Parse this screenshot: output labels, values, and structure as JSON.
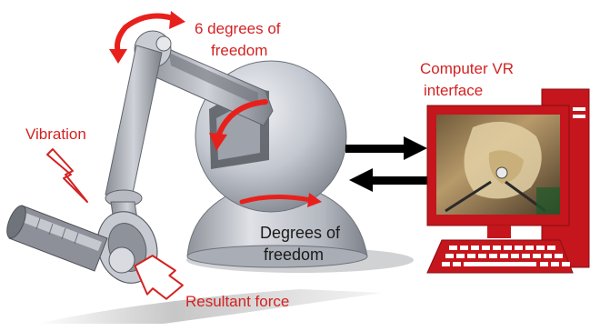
{
  "labels": {
    "dof_top_line1": "6 degrees of",
    "dof_top_line2": "freedom",
    "vibration": "Vibration",
    "computer_line1": "Computer VR",
    "computer_line2": "interface",
    "dof_base_line1": "Degrees of",
    "dof_base_line2": "freedom",
    "resultant_force": "Resultant force"
  },
  "colors": {
    "label_red": "#d42222",
    "label_dark": "#1a1a1a",
    "device_gray": "#b9bdc6",
    "computer_red": "#c4161c",
    "arrow_black": "#000000",
    "rotation_arrow_red": "#e8201c"
  },
  "icons": {
    "rotation": "curved-arrow-icon",
    "vibration": "lightning-bolt-icon",
    "force": "block-arrow-icon",
    "data_link": "bidirectional-arrow-icon"
  }
}
